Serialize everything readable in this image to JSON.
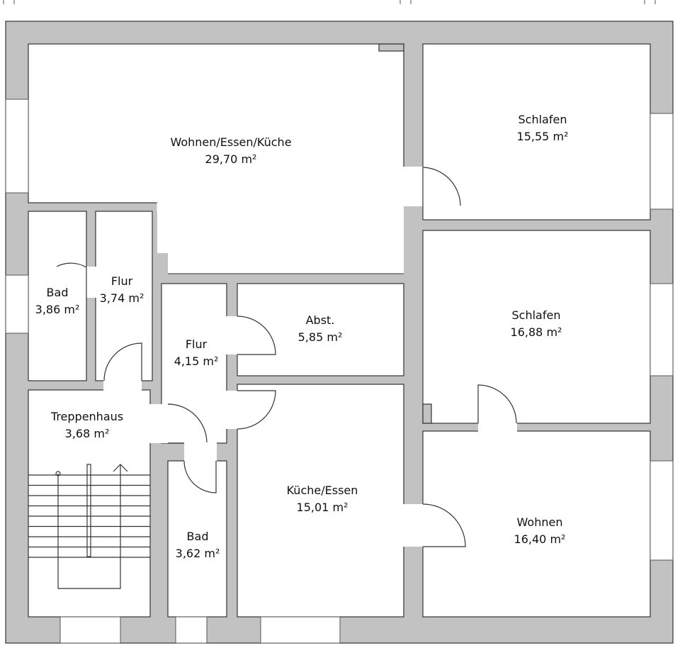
{
  "plan": {
    "rooms": [
      {
        "name": "Wohnen/Essen/Küche",
        "area": "29,70 m²"
      },
      {
        "name": "Schlafen",
        "area": "15,55 m²"
      },
      {
        "name": "Bad",
        "area": "3,86 m²"
      },
      {
        "name": "Flur",
        "area": "3,74 m²"
      },
      {
        "name": "Flur",
        "area": "4,15 m²"
      },
      {
        "name": "Abst.",
        "area": "5,85 m²"
      },
      {
        "name": "Schlafen",
        "area": "16,88 m²"
      },
      {
        "name": "Treppenhaus",
        "area": "3,68 m²"
      },
      {
        "name": "Küche/Essen",
        "area": "15,01 m²"
      },
      {
        "name": "Wohnen",
        "area": "16,40 m²"
      },
      {
        "name": "Bad",
        "area": "3,62 m²"
      }
    ],
    "colors": {
      "wall": "#c2c2c2",
      "outline": "#333333"
    }
  }
}
